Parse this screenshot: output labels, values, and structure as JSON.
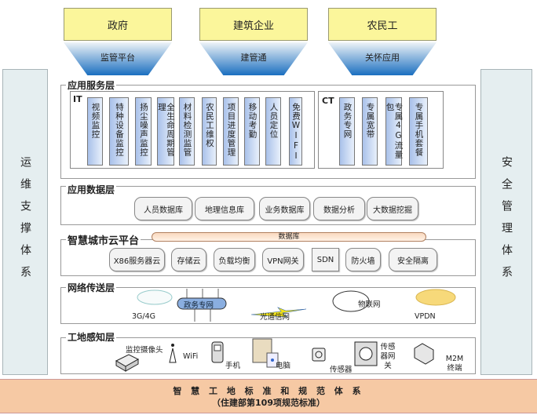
{
  "stakeholders": [
    {
      "name": "政府",
      "channel": "监管平台"
    },
    {
      "name": "建筑企业",
      "channel": "建管通"
    },
    {
      "name": "农民工",
      "channel": "关怀应用"
    }
  ],
  "side_left": "运维支撑体系",
  "side_right": "安全管理体系",
  "app_service": {
    "title": "应用服务层",
    "it_label": "IT",
    "ct_label": "CT",
    "it_items": [
      "视频监控",
      "特种设备监控",
      "扬尘噪声监控",
      "全生命周期管理",
      "材料检测监管",
      "农民工维权",
      "项目进度管理",
      "移动考勤",
      "人员定位",
      "免费WIFI"
    ],
    "ct_items": [
      "政务专网",
      "专属宽带",
      "专属4G流量包",
      "专属手机套餐"
    ]
  },
  "app_data": {
    "title": "应用数据层",
    "items": [
      "人员数据库",
      "地理信息库",
      "业务数据库",
      "数据分析",
      "大数据挖掘"
    ]
  },
  "cloud": {
    "title": "智慧城市云平台",
    "bar": "数据库",
    "items": [
      "X86服务器云",
      "存储云",
      "负载均衡",
      "VPN网关",
      "SDN",
      "防火墙",
      "安全隔离"
    ]
  },
  "network": {
    "title": "网络传送层",
    "items": [
      "3G/4G",
      "政务专网",
      "光通信网",
      "物联网",
      "VPDN"
    ]
  },
  "perception": {
    "title": "工地感知层",
    "items": [
      "监控摄像头",
      "WiFi",
      "手机",
      "电脑",
      "传感器",
      "传感器网关",
      "M2M终端"
    ]
  },
  "footer": {
    "line1": "智 慧 工 地 标 准 和 规 范 体 系",
    "line2": "（住建部第109项规范标准）"
  }
}
